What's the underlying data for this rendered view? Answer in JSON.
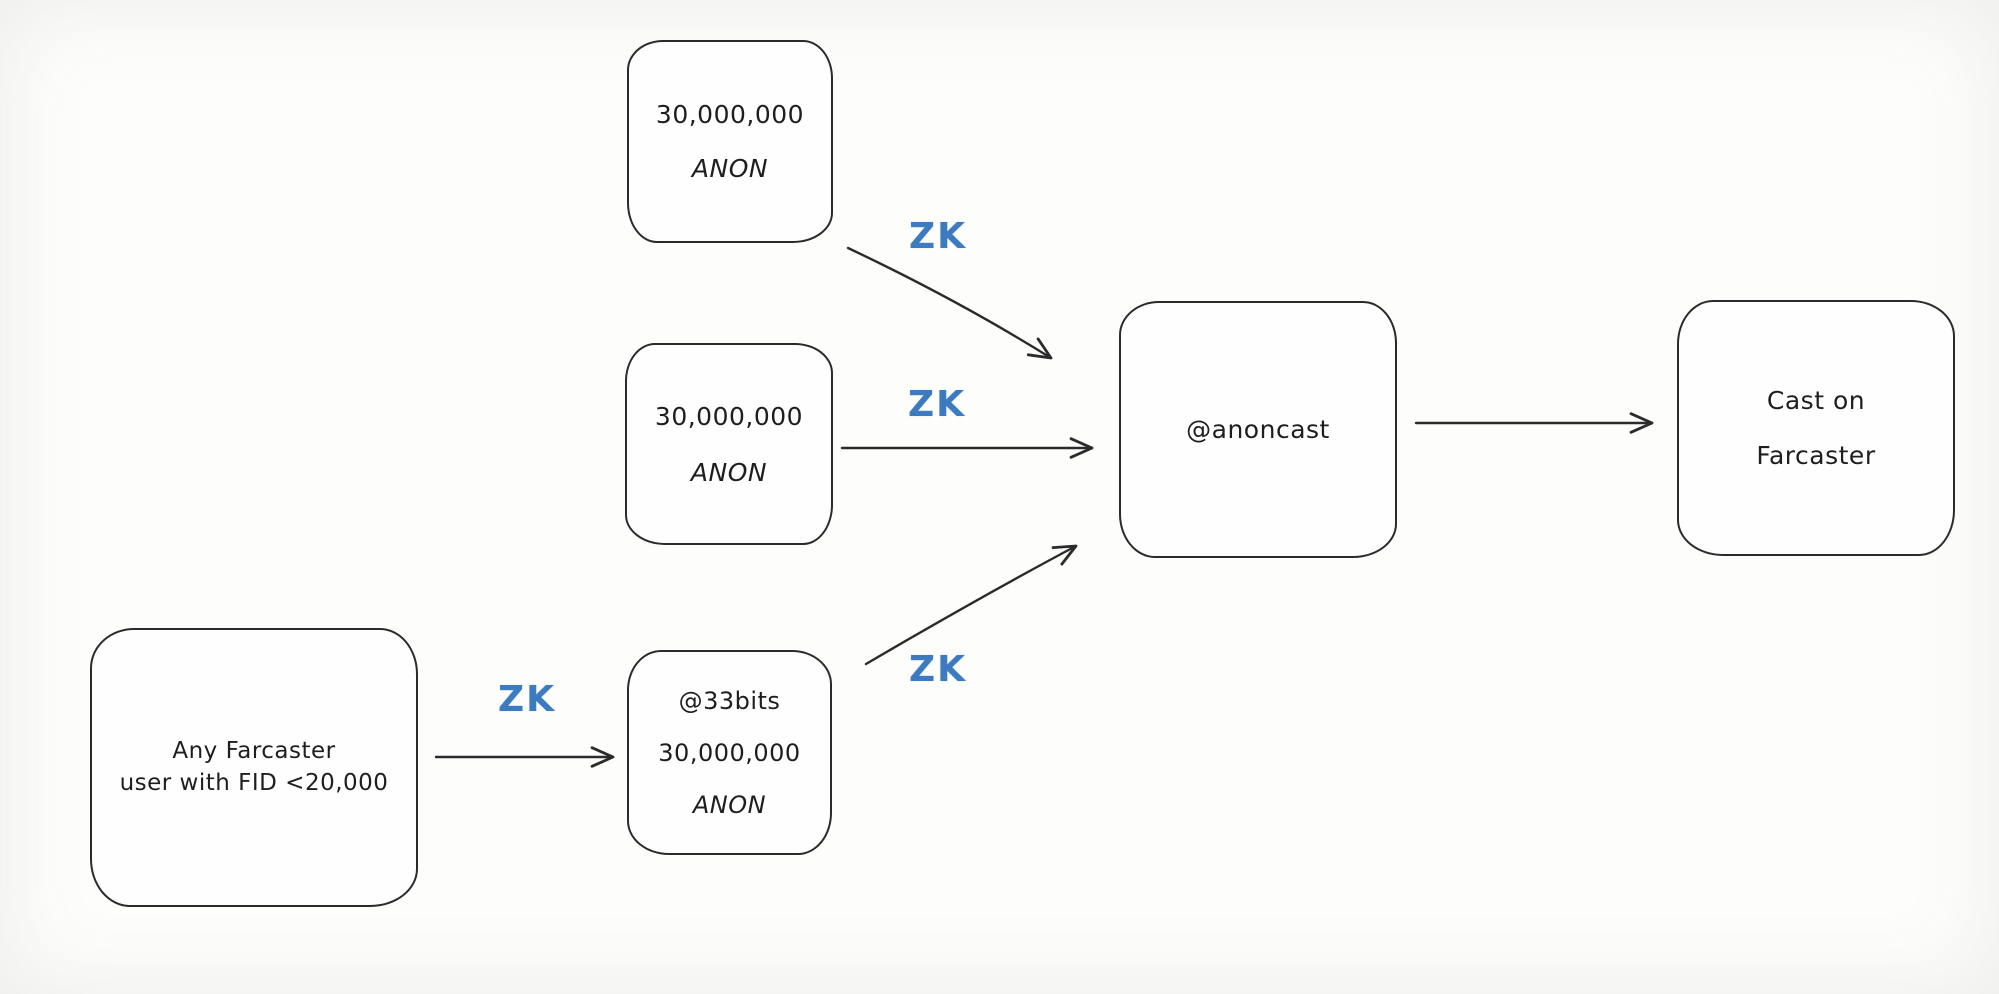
{
  "diagram": {
    "background_color": "#fdfdfc",
    "stroke_color": "#2b2b2b",
    "text_color": "#1e1e1e",
    "zk_color": "#3c7bbf",
    "nodes": {
      "anon_top": {
        "line1": "30,000,000",
        "line2": "ANON"
      },
      "anon_mid": {
        "line1": "30,000,000",
        "line2": "ANON"
      },
      "farcaster_user": {
        "line1": "Any Farcaster",
        "line2": "user with FID <20,000"
      },
      "bits33": {
        "line1": "@33bits",
        "line2": "30,000,000",
        "line3": "ANON"
      },
      "anoncast": {
        "line1": "@anoncast"
      },
      "cast_on_farcaster": {
        "line1": "Cast on",
        "line2": "Farcaster"
      }
    },
    "edge_labels": {
      "zk_top": "ZK",
      "zk_mid": "ZK",
      "zk_bottom": "ZK",
      "zk_left": "ZK"
    }
  }
}
